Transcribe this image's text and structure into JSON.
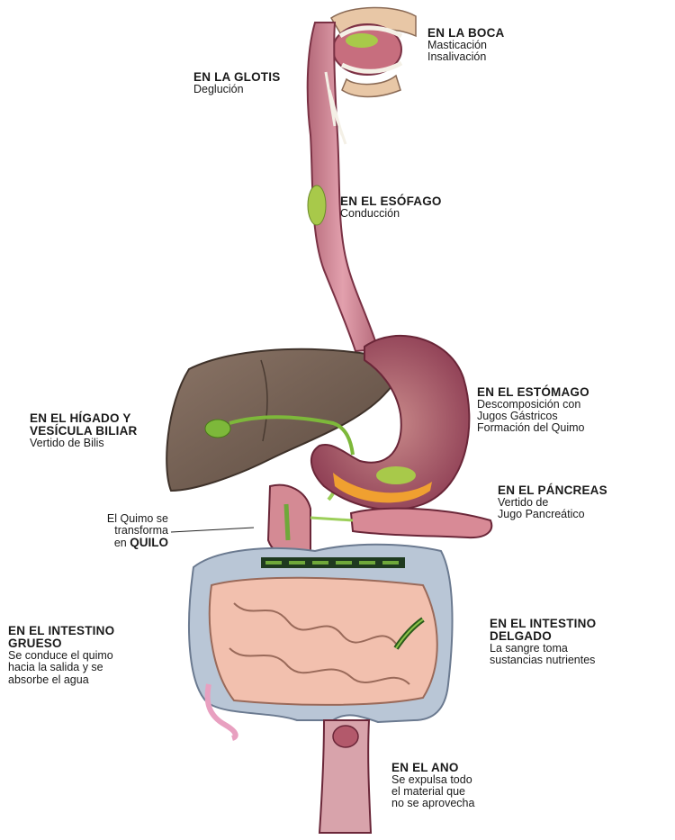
{
  "labels": {
    "boca": {
      "title": "EN LA BOCA",
      "lines": [
        "Masticación",
        "Insalivación"
      ]
    },
    "glotis": {
      "title": "EN LA GLOTIS",
      "lines": [
        "Deglución"
      ]
    },
    "esofago": {
      "title": "EN EL ESÓFAGO",
      "lines": [
        "Conducción"
      ]
    },
    "estomago": {
      "title": "EN EL ESTÓMAGO",
      "lines": [
        "Descomposición con",
        "Jugos Gástricos",
        "Formación del Quimo"
      ]
    },
    "higado": {
      "title_lines": [
        "EN EL HÍGADO Y",
        "VESÍCULA BILIAR"
      ],
      "lines": [
        "Vertido de Bilis"
      ]
    },
    "pancreas": {
      "title": "EN EL PÁNCREAS",
      "lines": [
        "Vertido de",
        "Jugo Pancreático"
      ]
    },
    "quilo": {
      "lines": [
        "El Quimo se",
        "transforma"
      ],
      "prefix": "en",
      "highlight": "QUILO"
    },
    "grueso": {
      "title_lines": [
        "EN EL INTESTINO",
        "GRUESO"
      ],
      "lines": [
        "Se conduce el quimo",
        "hacia la salida y se",
        "absorbe el agua"
      ]
    },
    "delgado": {
      "title_lines": [
        "EN EL INTESTINO",
        "DELGADO"
      ],
      "lines": [
        "La sangre toma",
        "sustancias nutrientes"
      ]
    },
    "ano": {
      "title": "EN EL ANO",
      "lines": [
        "Se expulsa todo",
        "el material que",
        "no se aprovecha"
      ]
    }
  }
}
